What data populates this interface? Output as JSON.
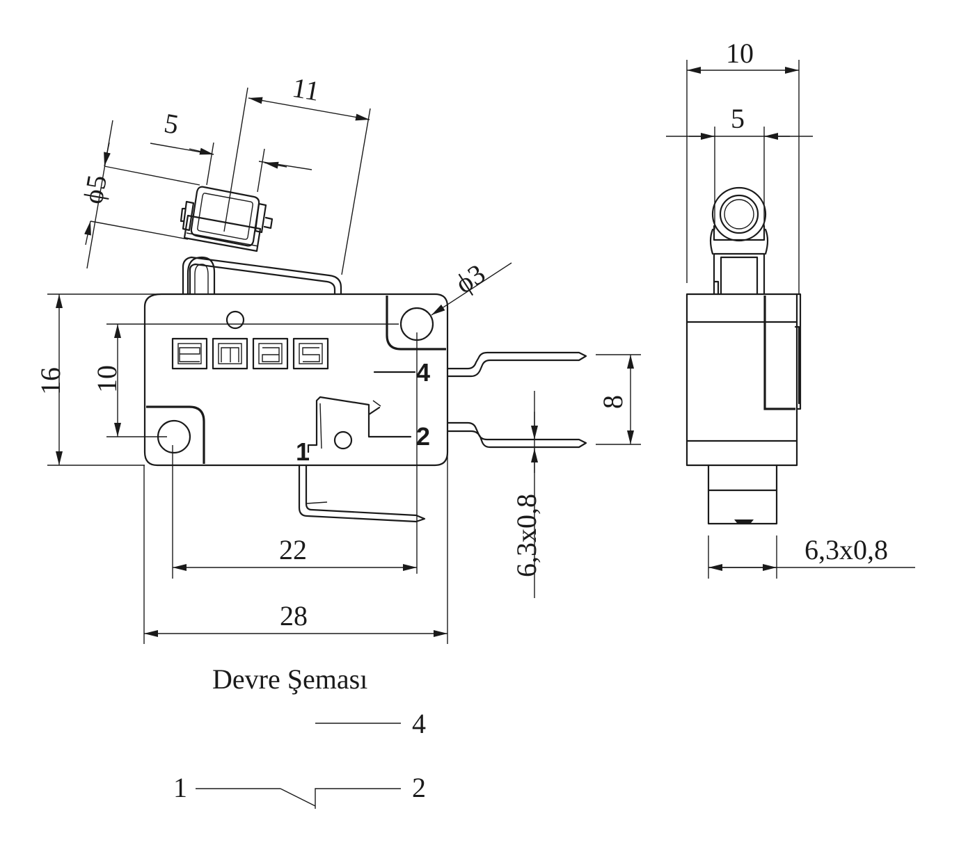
{
  "dimensions": {
    "d11": "11",
    "d5_top": "5",
    "dia5": "ϕ5",
    "dia3": "ϕ3",
    "d16": "16",
    "d10_left": "10",
    "d22": "22",
    "d28": "28",
    "d8": "8",
    "d63_vert": "6,3x0,8",
    "d10_side": "10",
    "d5_side": "5",
    "d63_side": "6,3x0,8"
  },
  "terminals": {
    "t1": "1",
    "t2": "2",
    "t4": "4"
  },
  "schematic": {
    "title": "Devre Şeması",
    "n4": "4",
    "n1": "1",
    "n2": "2"
  }
}
